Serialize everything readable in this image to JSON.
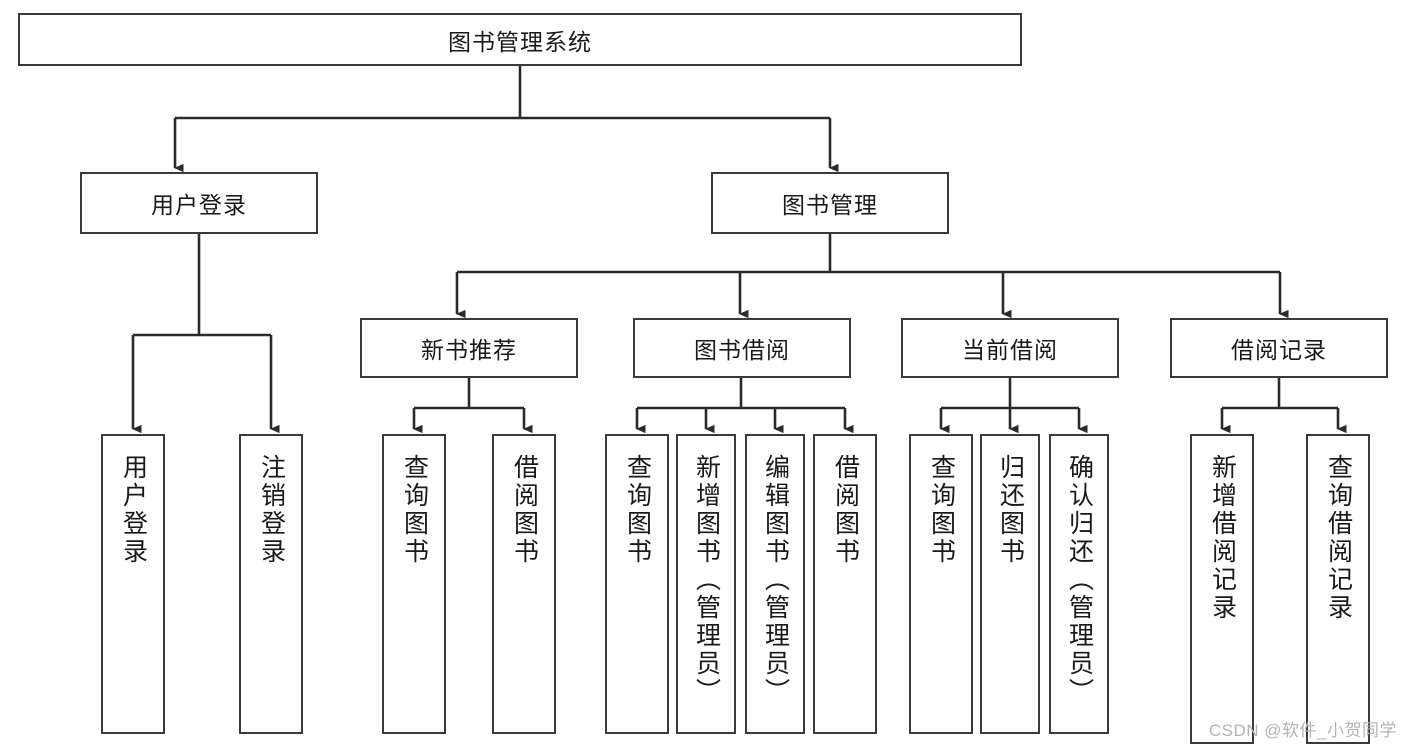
{
  "diagram": {
    "type": "tree",
    "title": "图书管理系统",
    "watermark": "CSDN @软件_小贺同学",
    "nodes": {
      "root": {
        "label": "图书管理系统",
        "level": 0,
        "orientation": "horizontal"
      },
      "l1_0": {
        "label": "用户登录",
        "level": 1,
        "orientation": "horizontal"
      },
      "l1_1": {
        "label": "图书管理",
        "level": 1,
        "orientation": "horizontal"
      },
      "l2_0": {
        "label": "新书推荐",
        "level": 2,
        "orientation": "horizontal"
      },
      "l2_1": {
        "label": "图书借阅",
        "level": 2,
        "orientation": "horizontal"
      },
      "l2_2": {
        "label": "当前借阅",
        "level": 2,
        "orientation": "horizontal"
      },
      "l2_3": {
        "label": "借阅记录",
        "level": 2,
        "orientation": "horizontal"
      },
      "leaf_0": {
        "label": "用户登录",
        "level": 3,
        "orientation": "vertical"
      },
      "leaf_1": {
        "label": "注销登录",
        "level": 3,
        "orientation": "vertical"
      },
      "leaf_2": {
        "label": "查询图书",
        "level": 3,
        "orientation": "vertical"
      },
      "leaf_3": {
        "label": "借阅图书",
        "level": 3,
        "orientation": "vertical"
      },
      "leaf_4": {
        "label": "查询图书",
        "level": 3,
        "orientation": "vertical"
      },
      "leaf_5": {
        "label": "新增图书（管理员）",
        "level": 3,
        "orientation": "vertical"
      },
      "leaf_6": {
        "label": "编辑图书（管理员）",
        "level": 3,
        "orientation": "vertical"
      },
      "leaf_7": {
        "label": "借阅图书",
        "level": 3,
        "orientation": "vertical"
      },
      "leaf_8": {
        "label": "查询图书",
        "level": 3,
        "orientation": "vertical"
      },
      "leaf_9": {
        "label": "归还图书",
        "level": 3,
        "orientation": "vertical"
      },
      "leaf_10": {
        "label": "确认归还（管理员）",
        "level": 3,
        "orientation": "vertical"
      },
      "leaf_11": {
        "label": "新增借阅记录",
        "level": 3,
        "orientation": "vertical"
      },
      "leaf_12": {
        "label": "查询借阅记录",
        "level": 3,
        "orientation": "vertical"
      }
    },
    "edges": [
      {
        "from": "root",
        "to": "l1_0"
      },
      {
        "from": "root",
        "to": "l1_1"
      },
      {
        "from": "l1_0",
        "to": "leaf_0"
      },
      {
        "from": "l1_0",
        "to": "leaf_1"
      },
      {
        "from": "l1_1",
        "to": "l2_0"
      },
      {
        "from": "l1_1",
        "to": "l2_1"
      },
      {
        "from": "l1_1",
        "to": "l2_2"
      },
      {
        "from": "l1_1",
        "to": "l2_3"
      },
      {
        "from": "l2_0",
        "to": "leaf_2"
      },
      {
        "from": "l2_0",
        "to": "leaf_3"
      },
      {
        "from": "l2_1",
        "to": "leaf_4"
      },
      {
        "from": "l2_1",
        "to": "leaf_5"
      },
      {
        "from": "l2_1",
        "to": "leaf_6"
      },
      {
        "from": "l2_1",
        "to": "leaf_7"
      },
      {
        "from": "l2_2",
        "to": "leaf_8"
      },
      {
        "from": "l2_2",
        "to": "leaf_9"
      },
      {
        "from": "l2_2",
        "to": "leaf_10"
      },
      {
        "from": "l2_3",
        "to": "leaf_11"
      },
      {
        "from": "l2_3",
        "to": "leaf_12"
      }
    ],
    "colors": {
      "border": "#3a3a3a",
      "edge": "#2b2b2b",
      "text": "#1a1a1a",
      "background": "#ffffff",
      "watermark": "#b4b4b4"
    }
  }
}
